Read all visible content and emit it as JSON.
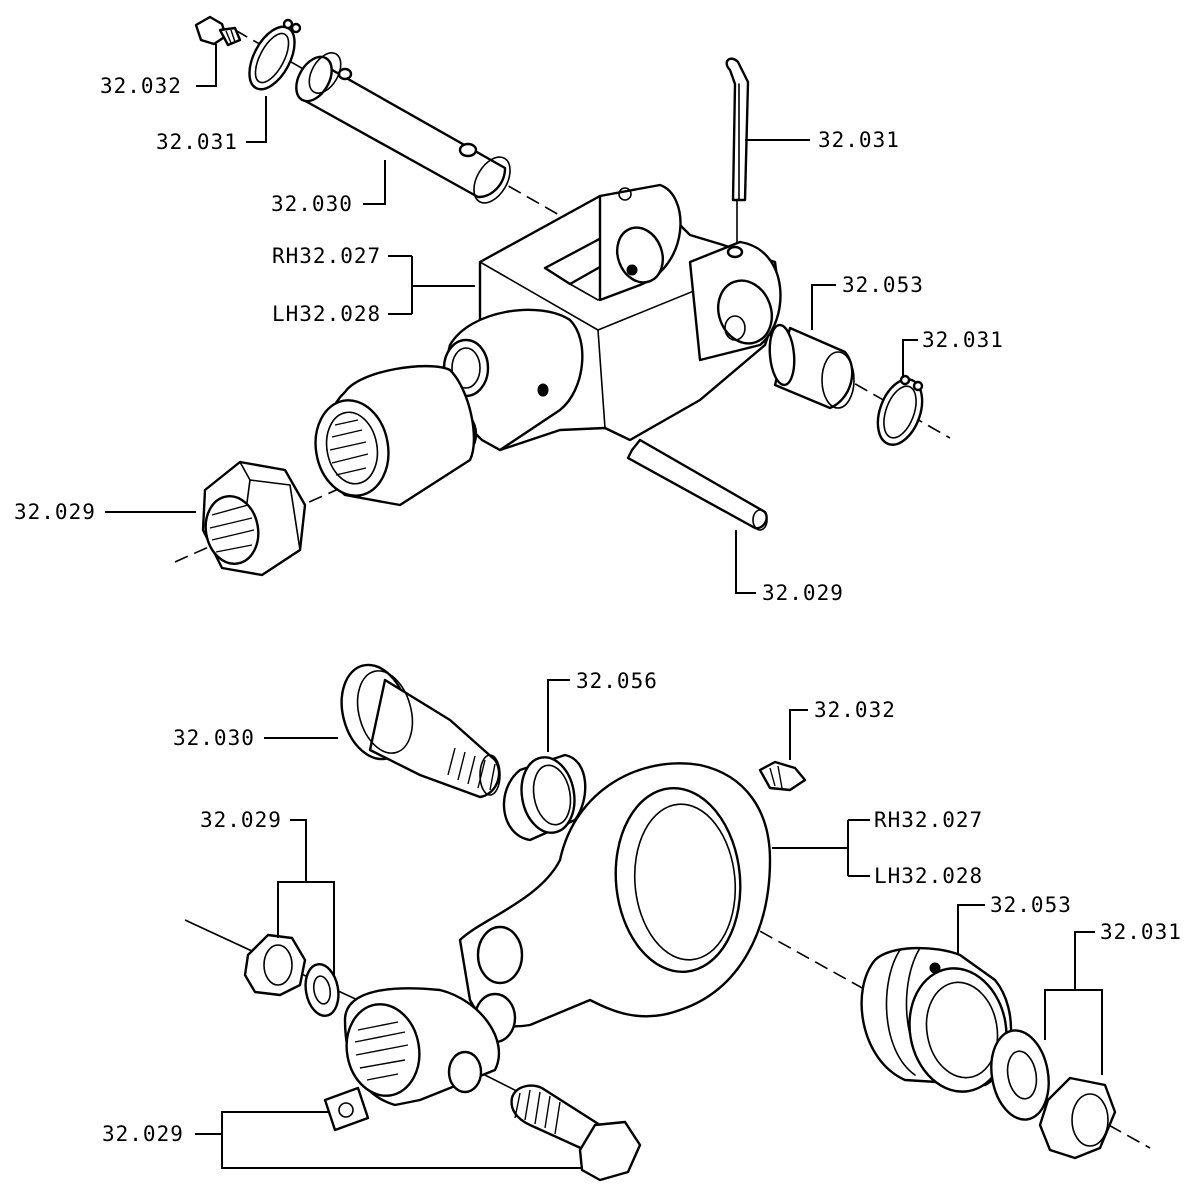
{
  "upper_assembly": {
    "labels": {
      "grease_nipple": "32.032",
      "snap_ring_left": "32.031",
      "cotter_pin": "32.031",
      "pin": "32.030",
      "clevis_rh": "RH32.027",
      "clevis_lh": "LH32.028",
      "bushing": "32.053",
      "snap_ring_right": "32.031",
      "nut": "32.029",
      "roll_pin": "32.029"
    }
  },
  "lower_assembly": {
    "labels": {
      "pin": "32.030",
      "spacer": "32.056",
      "grease_nipple": "32.032",
      "rod_end_rh": "RH32.027",
      "rod_end_lh": "LH32.028",
      "nut_washer": "32.029",
      "bearing": "32.053",
      "nut_washer_right": "32.031",
      "bolt_tab": "32.029"
    }
  }
}
